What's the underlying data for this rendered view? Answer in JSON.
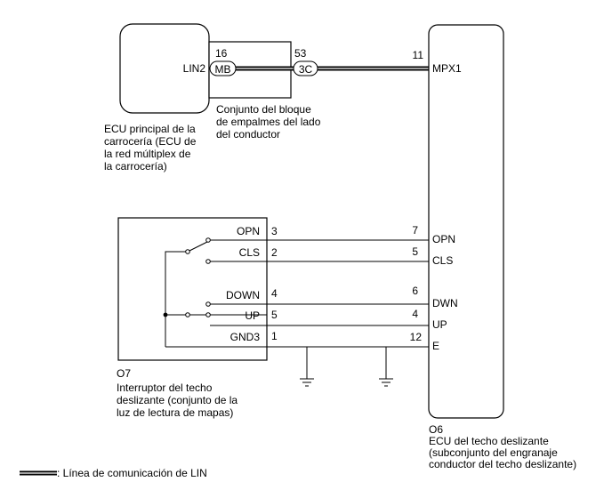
{
  "body_ecu": {
    "caption": [
      "ECU principal de la",
      "carrocería (ECU de",
      "la red múltiplex de",
      "la carrocería)"
    ],
    "terminal": "LIN2"
  },
  "junction_block": {
    "caption": [
      "Conjunto del bloque",
      "de empalmes del lado",
      "del conductor"
    ],
    "connector_left": {
      "pin": "16",
      "name": "MB"
    },
    "connector_right": {
      "pin": "53",
      "name": "3C"
    }
  },
  "sliding_roof_ecu": {
    "code": "O6",
    "caption": [
      "ECU del techo deslizante",
      "(subconjunto del engranaje",
      "conductor del techo deslizante)"
    ],
    "terminals": [
      {
        "pin": "11",
        "name": "MPX1"
      },
      {
        "pin": "7",
        "name": "OPN"
      },
      {
        "pin": "5",
        "name": "CLS"
      },
      {
        "pin": "6",
        "name": "DWN"
      },
      {
        "pin": "4",
        "name": "UP"
      },
      {
        "pin": "12",
        "name": "E"
      }
    ]
  },
  "sliding_roof_switch": {
    "code": "O7",
    "caption": [
      "Interruptor del techo",
      "deslizante (conjunto de la",
      "luz de lectura de mapas)"
    ],
    "terminals": [
      {
        "pin": "3",
        "name": "OPN"
      },
      {
        "pin": "2",
        "name": "CLS"
      },
      {
        "pin": "4",
        "name": "DOWN"
      },
      {
        "pin": "5",
        "name": "UP"
      },
      {
        "pin": "1",
        "name": "GND3"
      }
    ]
  },
  "legend": {
    "label": ": Línea de comunicación de LIN"
  }
}
